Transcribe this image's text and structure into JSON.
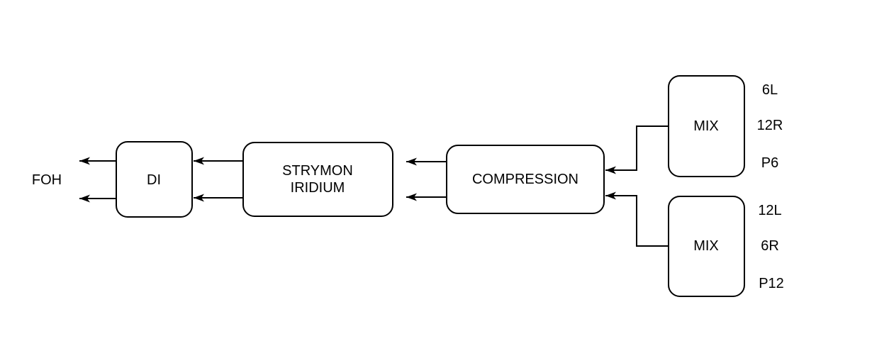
{
  "diagram": {
    "type": "signal-flow-diagram",
    "colors": {
      "background": "#ffffff",
      "node_fill": "#ffffff",
      "stroke": "#000000",
      "text": "#000000"
    },
    "foh_label": "FOH",
    "nodes": {
      "di": {
        "label": "DI"
      },
      "strymon": {
        "line1": "STRYMON",
        "line2": "IRIDIUM"
      },
      "compression": {
        "label": "COMPRESSION"
      },
      "mix_top": {
        "label": "MIX",
        "ports": [
          "6L",
          "12R",
          "P6"
        ]
      },
      "mix_bottom": {
        "label": "MIX",
        "ports": [
          "12L",
          "6R",
          "P12"
        ]
      }
    },
    "edges": [
      {
        "from": "mix_top",
        "to": "compression",
        "lines": 1
      },
      {
        "from": "mix_bottom",
        "to": "compression",
        "lines": 1
      },
      {
        "from": "compression",
        "to": "strymon",
        "lines": 2
      },
      {
        "from": "strymon",
        "to": "di",
        "lines": 2
      },
      {
        "from": "di",
        "to": "foh",
        "lines": 2
      }
    ]
  }
}
